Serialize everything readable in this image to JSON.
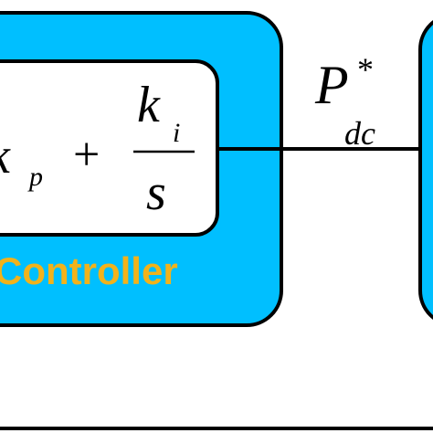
{
  "colors": {
    "block_fill": "#00BFFF",
    "inner_fill": "#FFFFFF",
    "stroke": "#000000",
    "label_color": "#F2B21B"
  },
  "controller": {
    "label": "Controller",
    "transfer_function": {
      "kp_main": "k",
      "kp_sub": "p",
      "plus": "+",
      "ki_main": "k",
      "ki_sub": "i",
      "denominator": "s"
    }
  },
  "signal": {
    "main": "P",
    "superscript": "*",
    "subscript": "dc"
  }
}
